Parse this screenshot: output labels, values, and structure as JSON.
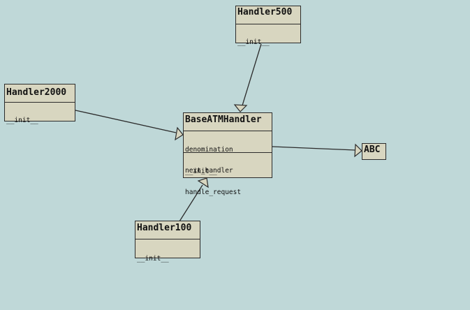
{
  "diagram": {
    "classes": {
      "base_atm_handler": {
        "name": "BaseATMHandler",
        "attributes": [
          "denomination",
          "next_handler"
        ],
        "methods": [
          "__init__",
          "handle_request"
        ]
      },
      "handler500": {
        "name": "Handler500",
        "attributes": [],
        "methods": [
          "__init__"
        ]
      },
      "handler2000": {
        "name": "Handler2000",
        "attributes": [],
        "methods": [
          "__init__"
        ]
      },
      "handler100": {
        "name": "Handler100",
        "attributes": [],
        "methods": [
          "__init__"
        ]
      },
      "abc": {
        "name": "ABC"
      }
    },
    "relations": [
      {
        "from": "handler500",
        "to": "base_atm_handler",
        "type": "inheritance"
      },
      {
        "from": "handler2000",
        "to": "base_atm_handler",
        "type": "inheritance"
      },
      {
        "from": "handler100",
        "to": "base_atm_handler",
        "type": "inheritance"
      },
      {
        "from": "base_atm_handler",
        "to": "abc",
        "type": "inheritance"
      }
    ],
    "colors": {
      "background": "#bfd8d8",
      "class_fill": "#d8d6c0",
      "stroke": "#2b2b2b"
    }
  }
}
